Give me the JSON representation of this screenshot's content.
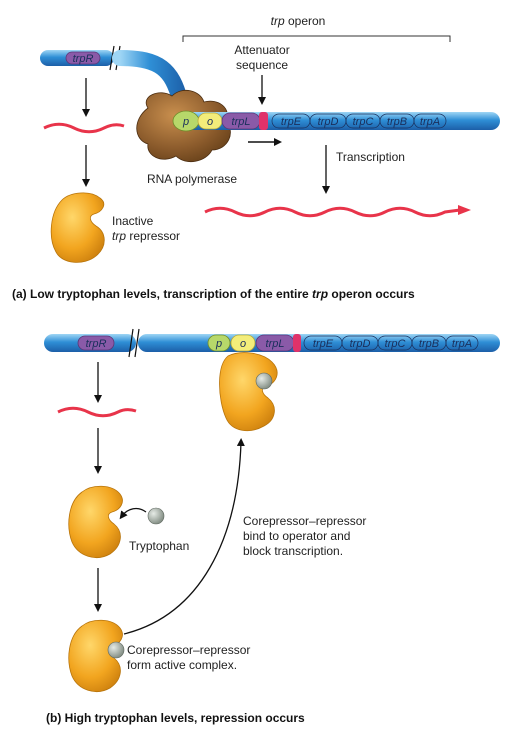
{
  "panel_a": {
    "operon_label_italic": "trp",
    "operon_label_rest": " operon",
    "attenuator_line1": "Attenuator",
    "attenuator_line2": "sequence",
    "trpR": "trpR",
    "p": "p",
    "o": "o",
    "genes": [
      "trpL",
      "trpE",
      "trpD",
      "trpC",
      "trpB",
      "trpA"
    ],
    "rna_polymerase": "RNA polymerase",
    "transcription": "Transcription",
    "inactive_line1": "Inactive",
    "inactive_line2_italic": "trp",
    "inactive_line2_rest": " repressor",
    "caption_pre": "(a) Low tryptophan levels, transcription of the entire ",
    "caption_italic": "trp",
    "caption_post": " operon occurs"
  },
  "panel_b": {
    "trpR": "trpR",
    "p": "p",
    "o": "o",
    "genes": [
      "trpL",
      "trpE",
      "trpD",
      "trpC",
      "trpB",
      "trpA"
    ],
    "tryptophan": "Tryptophan",
    "bind_line1": "Corepressor–repressor",
    "bind_line2": "bind to operator and",
    "bind_line3": "block transcription.",
    "complex_line1": "Corepressor–repressor",
    "complex_line2": "form active complex.",
    "caption": "(b) High tryptophan levels, repression occurs"
  },
  "colors": {
    "dna_blue": "#2f8fd6",
    "dna_highlight": "#9fd6f5",
    "trpR_purple": "#8a5aa8",
    "promoter_green": "#b7d86a",
    "operator_yellow": "#f3ed7a",
    "attenuator_pink": "#e0326a",
    "mrna_red": "#e8344a",
    "repressor_orange": "#f2a51f",
    "polymerase_brown": "#8a5a2b",
    "tryptophan_gray": "#a8b0a8"
  }
}
